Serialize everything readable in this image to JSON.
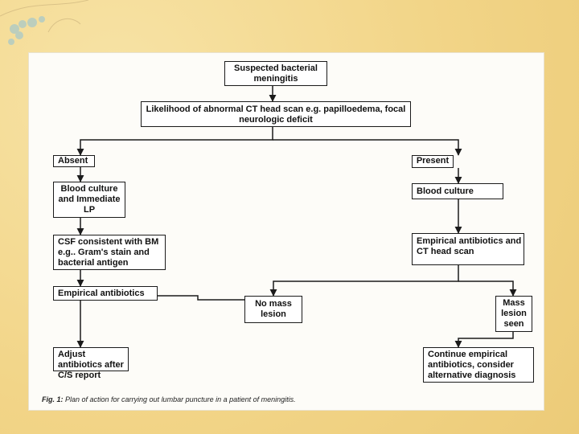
{
  "flowchart": {
    "nodes": {
      "suspected": "Suspected bacterial meningitis",
      "likelihood": "Likelihood of abnormal CT head scan e.g. papilloedema, focal neurologic deficit",
      "absent": "Absent",
      "present": "Present",
      "blood_culture_lp": "Blood culture and Immediate LP",
      "blood_culture": "Blood culture",
      "csf": "CSF consistent with BM e.g.. Gram's stain and bacterial antigen",
      "empirical_ct": "Empirical antibiotics and CT head scan",
      "empirical": "Empirical antibiotics",
      "no_mass": "No mass lesion",
      "mass": "Mass lesion seen",
      "adjust": "Adjust antibiotics after C/S report",
      "continue": "Continue empirical antibiotics, consider alternative diagnosis"
    },
    "caption_label": "Fig. 1:",
    "caption_text": " Plan of action for carrying out lumbar puncture in a patient of meningitis."
  },
  "colors": {
    "slide_background": "#f3d98e",
    "paper": "#fdfcf8",
    "box_border": "#1b1b1b",
    "decoration": "#a9c9c9"
  }
}
